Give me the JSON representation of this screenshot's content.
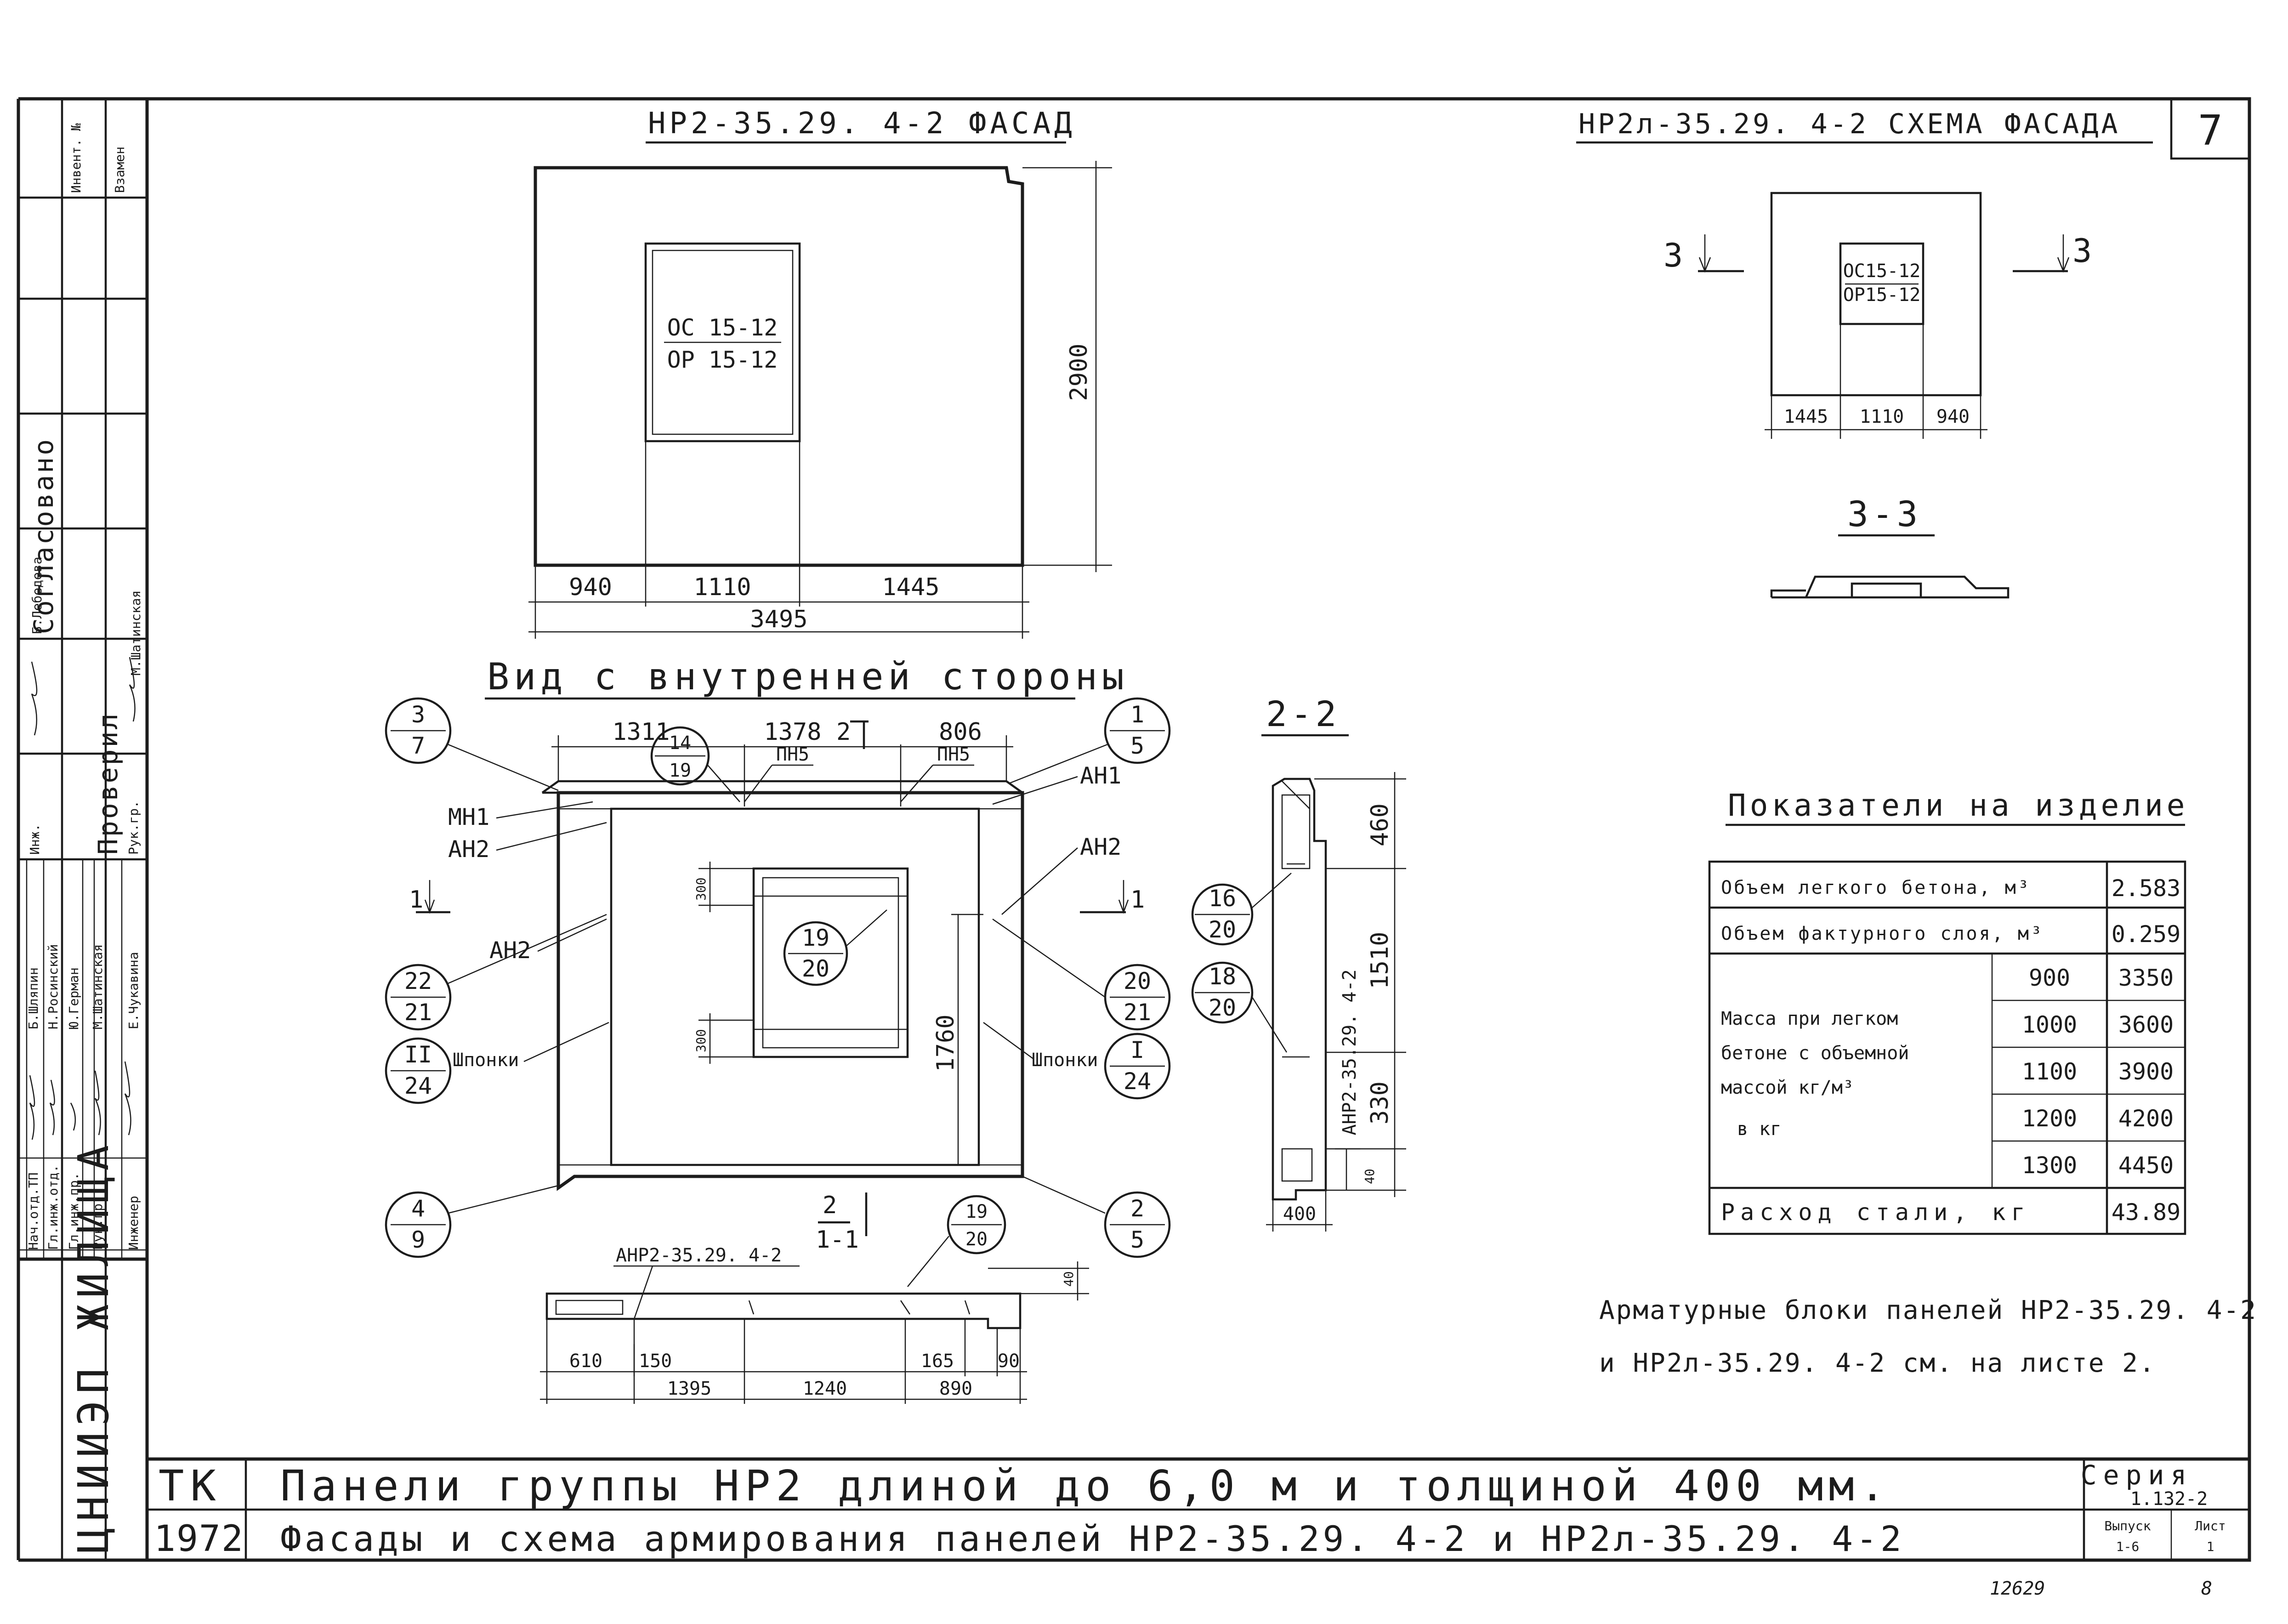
{
  "sheet": {
    "sheet_number": "7",
    "series_label": "Серия",
    "series_value": "1.132-2",
    "issue_label": "Выпуск",
    "issue_value": "1-6",
    "list_label": "Лист",
    "list_value": "1",
    "stamp_tk": "ТК",
    "stamp_year": "1972",
    "org_name": "ЦНИИЭП ЖИЛИЩА",
    "title_line1": "Панели группы НР2 длиной до 6,0 м и толщиной 400 мм.",
    "title_line2": "Фасады и схема армирования панелей НР2-35.29. 4-2 и НР2л-35.29. 4-2",
    "bottom_number": "12629",
    "bottom_page": "8"
  },
  "left_stamp": {
    "top_cells": [
      "Инвент. №",
      "Взамен"
    ],
    "agreed_label": "Согласовано",
    "checked_label": "Проверил",
    "roles": [
      "Нач.отд.ТП",
      "Гл.инж.отд.",
      "Гл.инж.пр.",
      "Рук.гр.",
      "Инженер"
    ],
    "names": [
      "Б.Шляпин",
      "Н.Росинский",
      "Ю.Герман",
      "М.Шатинская",
      "Е.Чукавина"
    ],
    "checker_roles": [
      "Инж.",
      "Рук.гр."
    ],
    "checker_names": [
      "Б.Лебедева",
      "М.Шатинская"
    ]
  },
  "facade": {
    "title": "НР2-35.29. 4-2 ФАСАД",
    "window_top": "ОС 15-12",
    "window_bottom": "ОР 15-12",
    "height": "2900",
    "dims": [
      "940",
      "1110",
      "1445"
    ],
    "total": "3495"
  },
  "scheme": {
    "title": "НР2л-35.29. 4-2 СХЕМА ФАСАДА",
    "window_top": "ОС15-12",
    "window_bottom": "ОР15-12",
    "dims": [
      "1445",
      "1110",
      "940"
    ],
    "cut_left": "3",
    "cut_right": "3",
    "section_label": "3-3"
  },
  "inner": {
    "title": "Вид с внутренней стороны",
    "top_dims": [
      "1311",
      "1378",
      "806"
    ],
    "pn_labels": [
      "ПН5",
      "ПН5"
    ],
    "section_mark": "2",
    "labels_left": [
      "МН1",
      "АН2",
      "АН2"
    ],
    "labels_right": [
      "АН1",
      "АН2"
    ],
    "shponki_left": "Шпонки",
    "shponki_right": "Шпонки",
    "dim_300_a": "300",
    "dim_300_b": "300",
    "dim_1760": "1760",
    "cut_left": "1",
    "cut_right": "1",
    "bubbles": [
      {
        "top": "3",
        "bottom": "7"
      },
      {
        "top": "14",
        "bottom": "19"
      },
      {
        "top": "1",
        "bottom": "5"
      },
      {
        "top": "19",
        "bottom": "20"
      },
      {
        "top": "22",
        "bottom": "21"
      },
      {
        "top": "II",
        "bottom": "24"
      },
      {
        "top": "20",
        "bottom": "21"
      },
      {
        "top": "I",
        "bottom": "24"
      },
      {
        "top": "4",
        "bottom": "9"
      },
      {
        "top": "2",
        "bottom": "5"
      }
    ]
  },
  "section_11": {
    "label": "1-1",
    "mark": "2",
    "callout": "АНР2-35.29. 4-2",
    "bubble": {
      "top": "19",
      "bottom": "20"
    },
    "dims_top": [
      "610",
      "150",
      "165",
      "90"
    ],
    "dims_bottom": [
      "1395",
      "1240",
      "890"
    ],
    "dim_40": "40"
  },
  "section_22": {
    "label": "2-2",
    "dim_460": "460",
    "dim_1510": "1510",
    "dim_330": "330",
    "dim_40": "40",
    "dim_400": "400",
    "block": "АНР2-35.29. 4-2",
    "bubbles": [
      {
        "top": "16",
        "bottom": "20"
      },
      {
        "top": "18",
        "bottom": "20"
      }
    ]
  },
  "indicators": {
    "title": "Показатели на изделие",
    "rows": [
      {
        "label": "Объем легкого бетона, м³",
        "value": "2.583"
      },
      {
        "label": "Объем фактурного слоя, м³",
        "value": "0.259"
      }
    ],
    "mass_label": [
      "Масса при легком",
      "бетоне с объемной",
      "массой кг/м³",
      "в кг"
    ],
    "mass_rows": [
      {
        "density": "900",
        "mass": "3350"
      },
      {
        "density": "1000",
        "mass": "3600"
      },
      {
        "density": "1100",
        "mass": "3900"
      },
      {
        "density": "1200",
        "mass": "4200"
      },
      {
        "density": "1300",
        "mass": "4450"
      }
    ],
    "steel_label": "Расход стали, кг",
    "steel_value": "43.89"
  },
  "note": {
    "line1": "Арматурные блоки панелей НР2-35.29. 4-2",
    "line2": "и НР2л-35.29. 4-2 см. на листе 2."
  }
}
